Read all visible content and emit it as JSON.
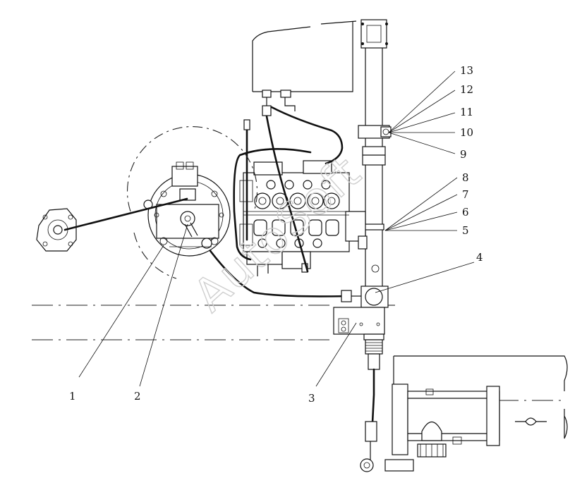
{
  "watermark": "AutoSoft",
  "callouts": [
    "1",
    "2",
    "3",
    "4",
    "5",
    "6",
    "7",
    "8",
    "9",
    "10",
    "11",
    "12",
    "13"
  ]
}
